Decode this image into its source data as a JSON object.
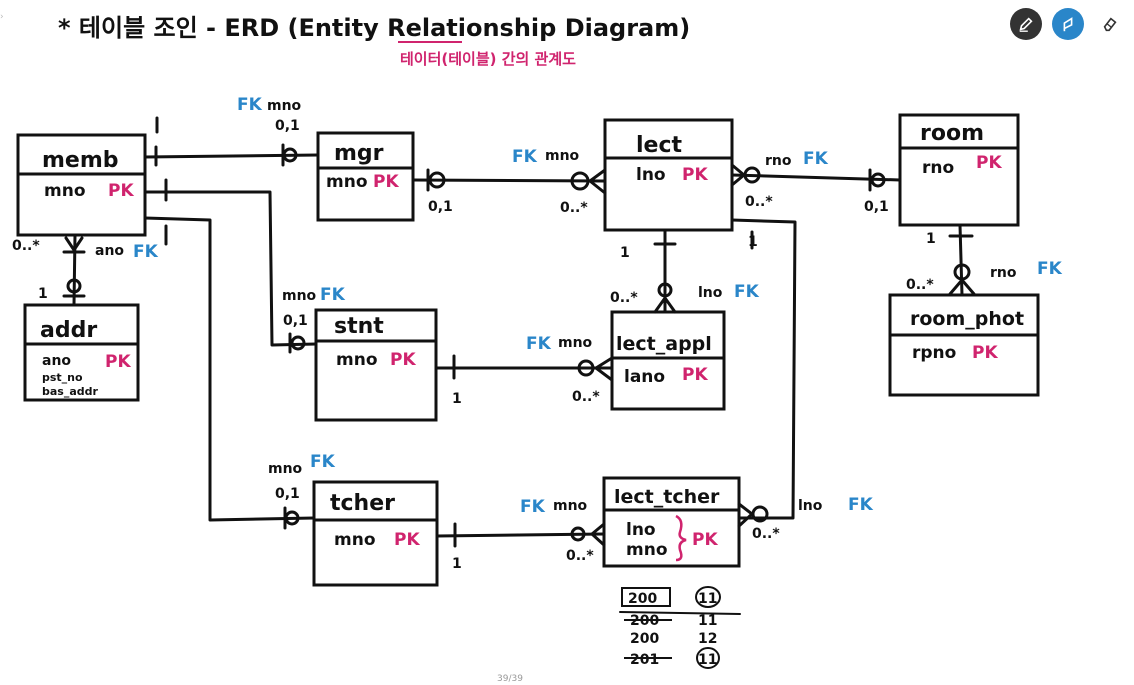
{
  "title": "* 테이블 조인 - ERD (Entity Relationship Diagram)",
  "subtitle": "테이터(테이블) 간의 관계도",
  "colors": {
    "pk": "#d0246e",
    "fk": "#2a86c9",
    "ink": "#111111",
    "pen_tool": "#333333",
    "active_tool": "#2a86c9"
  },
  "toolbar": {
    "pen_icon": "pen-icon",
    "highlighter_icon": "highlighter-icon",
    "eraser_icon": "eraser-icon"
  },
  "entities": {
    "memb": {
      "name": "memb",
      "attrs": [
        {
          "text": "mno",
          "key": "PK"
        }
      ]
    },
    "addr": {
      "name": "addr",
      "attrs": [
        {
          "text": "ano",
          "key": "PK"
        },
        {
          "text": "pst_no"
        },
        {
          "text": "bas_addr"
        }
      ]
    },
    "mgr": {
      "name": "mgr",
      "attrs": [
        {
          "text": "mno",
          "key": "PK"
        }
      ]
    },
    "stnt": {
      "name": "stnt",
      "attrs": [
        {
          "text": "mno",
          "key": "PK"
        }
      ]
    },
    "tcher": {
      "name": "tcher",
      "attrs": [
        {
          "text": "mno",
          "key": "PK"
        }
      ]
    },
    "lect": {
      "name": "lect",
      "attrs": [
        {
          "text": "lno",
          "key": "PK"
        }
      ]
    },
    "lect_appl": {
      "name": "lect_appl",
      "attrs": [
        {
          "text": "lano",
          "key": "PK"
        }
      ]
    },
    "lect_tcher": {
      "name": "lect_tcher",
      "attrs": [
        {
          "text": "lno"
        },
        {
          "text": "mno"
        }
      ],
      "composite_key": "PK"
    },
    "room": {
      "name": "room",
      "attrs": [
        {
          "text": "rno",
          "key": "PK"
        }
      ]
    },
    "room_phot": {
      "name": "room_phot",
      "attrs": [
        {
          "text": "rpno",
          "key": "PK"
        }
      ]
    }
  },
  "labels": {
    "fk": "FK",
    "mgr_fk_col": "mno",
    "mgr_card": "0,1",
    "addr_fk_col": "ano",
    "memb_addr_card_many": "0..*",
    "memb_addr_card_one": "1",
    "stnt_fk_col": "mno",
    "stnt_card": "0,1",
    "tcher_fk_col": "mno",
    "tcher_card": "0,1",
    "lect_mgr_fk_col": "mno",
    "lect_mgr_card_many": "0..*",
    "mgr_lect_card": "0,1",
    "lect_room_fk_col": "rno",
    "lect_room_card_many": "0..*",
    "room_lect_card": "0,1",
    "lect_appl_lect_fk_col": "lno",
    "lect_appl_lect_card": "0..*",
    "lect_lect_appl_card": "1",
    "lect_appl_stnt_fk_col": "mno",
    "lect_appl_stnt_card": "0..*",
    "stnt_lect_appl_card": "1",
    "lect_tcher_tcher_fk_col": "mno",
    "lect_tcher_tcher_card": "0..*",
    "tcher_lect_tcher_card": "1",
    "lect_tcher_lect_fk_col": "lno",
    "lect_tcher_lect_card": "0..*",
    "lect_lect_tcher_card": "1",
    "room_phot_fk_col": "rno",
    "room_phot_card": "0..*",
    "room_room_phot_card": "1"
  },
  "sample_rows": [
    {
      "lno": "200",
      "mno": "11"
    },
    {
      "lno": "200",
      "mno": "11"
    },
    {
      "lno": "200",
      "mno": "12"
    },
    {
      "lno": "201",
      "mno": "11"
    }
  ],
  "page_indicator": "39/39"
}
